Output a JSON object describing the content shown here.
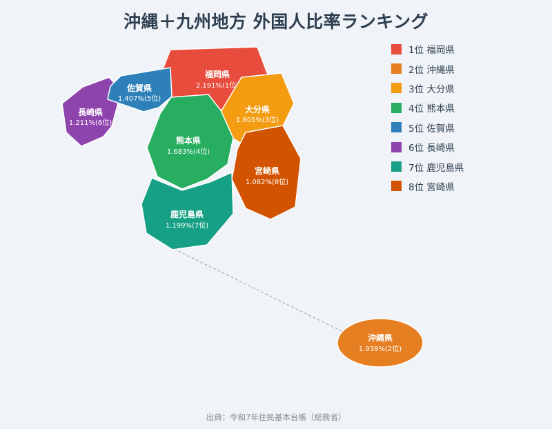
{
  "title": "沖縄＋九州地方 外国人比率ランキング",
  "source": "出典：令和7年住民基本台帳（総務省）",
  "colors": {
    "fukuoka": "#e74c3c",
    "okinawa": "#e67e22",
    "oita": "#f39c12",
    "kumamoto": "#27ae60",
    "saga": "#2e80b9",
    "nagasaki": "#8e44ad",
    "kagoshima": "#16a085",
    "miyazaki": "#d35400"
  },
  "prefectures": {
    "fukuoka": {
      "name": "福岡県",
      "value": "2.191%(1位)"
    },
    "saga": {
      "name": "佐賀県",
      "value": "1.407%(5位)"
    },
    "nagasaki": {
      "name": "長崎県",
      "value": "1.211%(6位)"
    },
    "oita": {
      "name": "大分県",
      "value": "1.805%(3位)"
    },
    "kumamoto": {
      "name": "熊本県",
      "value": "1.683%(4位)"
    },
    "miyazaki": {
      "name": "宮崎県",
      "value": "1.082%(8位)"
    },
    "kagoshima": {
      "name": "鹿児島県",
      "value": "1.199%(7位)"
    },
    "okinawa": {
      "name": "沖縄県",
      "value": "1.939%(2位)"
    }
  },
  "legend": [
    {
      "label": "1位 福岡県",
      "color": "#e74c3c"
    },
    {
      "label": "2位 沖縄県",
      "color": "#e67e22"
    },
    {
      "label": "3位 大分県",
      "color": "#f39c12"
    },
    {
      "label": "4位 熊本県",
      "color": "#27ae60"
    },
    {
      "label": "5位 佐賀県",
      "color": "#2e80b9"
    },
    {
      "label": "6位 長崎県",
      "color": "#8e44ad"
    },
    {
      "label": "7位 鹿児島県",
      "color": "#16a085"
    },
    {
      "label": "8位 宮崎県",
      "color": "#d35400"
    }
  ]
}
